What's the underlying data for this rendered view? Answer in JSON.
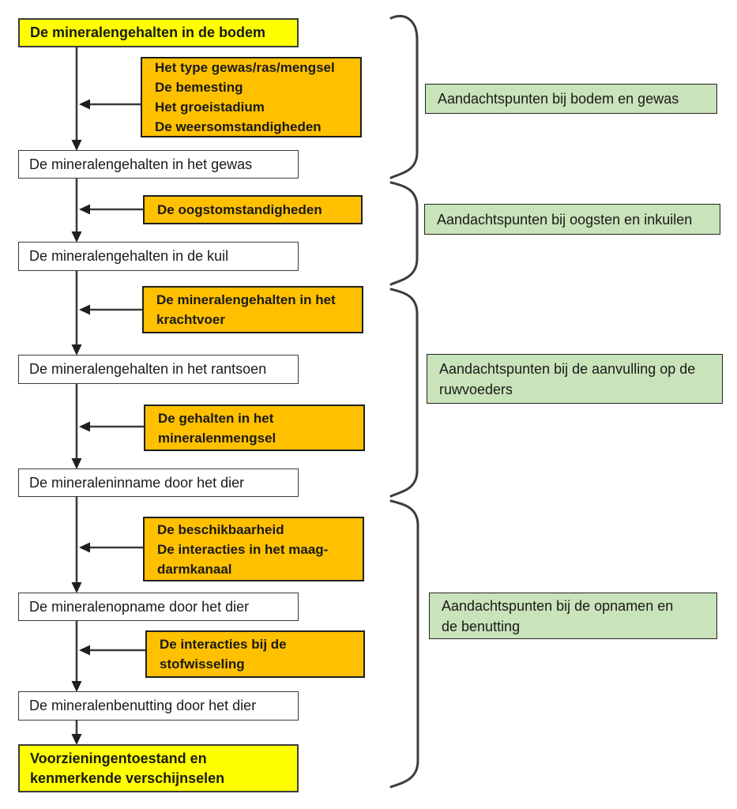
{
  "diagram": {
    "type": "flowchart",
    "language": "nl",
    "nodes": [
      {
        "id": "bodem",
        "style": "highlight",
        "text": "De mineralengehalten in de bodem"
      },
      {
        "id": "gewas",
        "style": "plain",
        "text": "De mineralengehalten in het gewas"
      },
      {
        "id": "kuil",
        "style": "plain",
        "text": "De mineralengehalten in de kuil"
      },
      {
        "id": "rantsoen",
        "style": "plain",
        "text": "De mineralengehalten in het rantsoen"
      },
      {
        "id": "inname",
        "style": "plain",
        "text": "De mineraleninname door het dier"
      },
      {
        "id": "opname",
        "style": "plain",
        "text": "De mineralenopname door het dier"
      },
      {
        "id": "benutting",
        "style": "plain",
        "text": "De mineralenbenutting door het dier"
      },
      {
        "id": "voorziening",
        "style": "highlight",
        "text": "Voorzieningentoestand en\nkenmerkende verschijnselen"
      }
    ],
    "factors": [
      {
        "id": "factor-gewas",
        "text": "Het type gewas/ras/mengsel\nDe bemesting\nHet groeistadium\nDe weersomstandigheden"
      },
      {
        "id": "factor-oogst",
        "text": "De oogstomstandigheden"
      },
      {
        "id": "factor-krachtvoer",
        "text": "De mineralengehalten in het\nkrachtvoer"
      },
      {
        "id": "factor-mengsel",
        "text": "De gehalten in het\nmineralenmengsel"
      },
      {
        "id": "factor-beschikbaarheid",
        "text": "De beschikbaarheid\nDe interacties in het maag-\ndarmkanaal"
      },
      {
        "id": "factor-stofwisseling",
        "text": "De interacties bij de\nstofwisseling"
      }
    ],
    "annotations": [
      {
        "id": "annotation-bodem-gewas",
        "text": "Aandachtspunten bij bodem en gewas"
      },
      {
        "id": "annotation-oogsten-inkuilen",
        "text": "Aandachtspunten bij oogsten en inkuilen"
      },
      {
        "id": "annotation-aanvulling",
        "text": "Aandachtspunten bij de aanvulling op de\nruwvoeders"
      },
      {
        "id": "annotation-opnamen-benutting",
        "text": "Aandachtspunten bij de opnamen en\nde benutting"
      }
    ],
    "colors": {
      "highlight_fill": "#ffff00",
      "factor_fill": "#ffc000",
      "annotation_fill": "#c9e3ba",
      "node_fill": "#ffffff",
      "line": "#3c3c3c",
      "text": "#1a1a1a"
    }
  }
}
